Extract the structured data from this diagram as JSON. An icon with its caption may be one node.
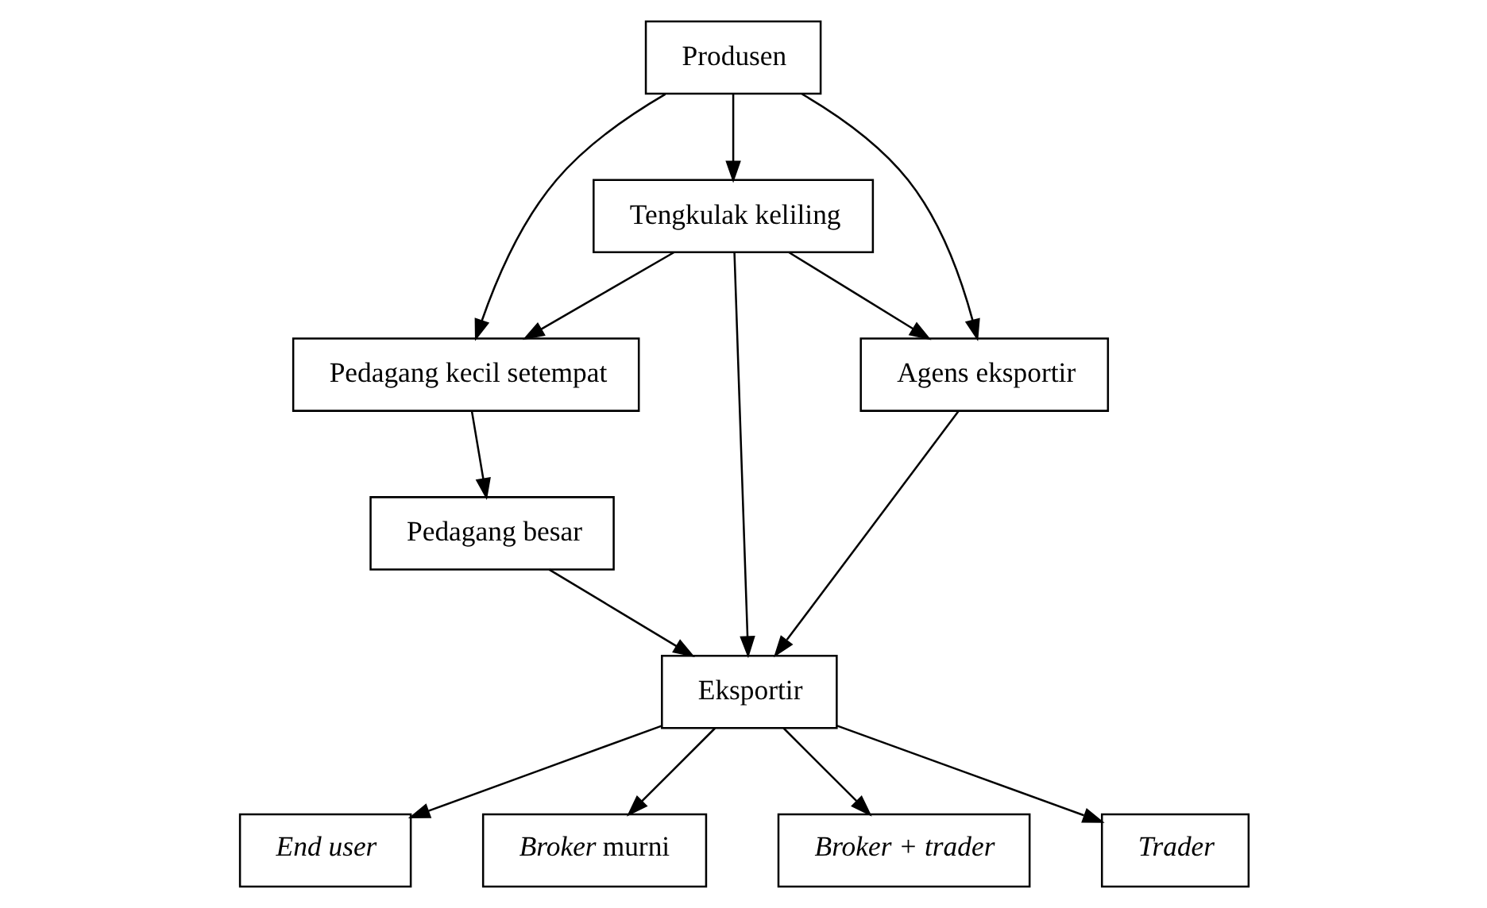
{
  "diagram": {
    "nodes": [
      {
        "text": [
          "Produsen"
        ]
      },
      {
        "text": [
          "Tengkulak keliling"
        ]
      },
      {
        "text": [
          "Pedagang kecil setempat"
        ]
      },
      {
        "text": [
          "Agens eksportir"
        ]
      },
      {
        "text": [
          "Pedagang besar"
        ]
      },
      {
        "text": [
          "Eksportir"
        ]
      },
      {
        "text": [
          "End user"
        ]
      },
      {
        "text": [
          "*Broker* murni"
        ]
      },
      {
        "text": [
          "Broker + trader"
        ]
      },
      {
        "text": [
          "Trader"
        ]
      }
    ],
    "edges": [
      {
        "from": 0,
        "to": 1,
        "arrow": "to"
      },
      {
        "from": 0,
        "to": 2,
        "arrow": "to"
      },
      {
        "from": 0,
        "to": 3,
        "arrow": "to"
      },
      {
        "from": 1,
        "to": 2,
        "arrow": "to"
      },
      {
        "from": 1,
        "to": 3,
        "arrow": "to"
      },
      {
        "from": 1,
        "to": 5,
        "arrow": "to"
      },
      {
        "from": 2,
        "to": 4,
        "arrow": "to"
      },
      {
        "from": 4,
        "to": 5,
        "arrow": "to"
      },
      {
        "from": 3,
        "to": 5,
        "arrow": "to"
      },
      {
        "from": 5,
        "to": 6,
        "arrow": "to"
      },
      {
        "from": 5,
        "to": 7,
        "arrow": "to"
      },
      {
        "from": 5,
        "to": 8,
        "arrow": "to"
      },
      {
        "from": 5,
        "to": 9,
        "arrow": "to"
      }
    ]
  }
}
